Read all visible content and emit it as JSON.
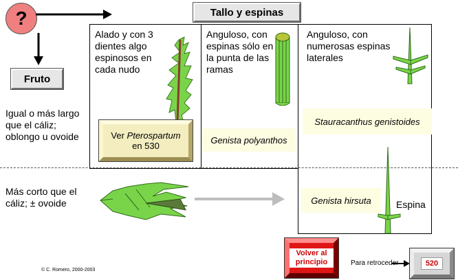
{
  "question": {
    "symbol": "?"
  },
  "headers": {
    "tallo": "Tallo y espinas",
    "fruto": "Fruto"
  },
  "stems": {
    "left": "Alado y con 3 dientes algo espinosos en cada nudo",
    "middle": "Anguloso, con espinas sólo en la punta de las ramas",
    "right": "Anguloso, con numerosas espinas laterales"
  },
  "fruits": {
    "top": "Igual o más largo que el cáliz; oblongo u ovoide",
    "bottom": "Más corto que el cáliz; ± ovoide"
  },
  "ver_button": {
    "prefix": "Ver ",
    "genus": "Pterospartum",
    "suffix": "en 530"
  },
  "species": {
    "genista_polyanthos": "Genista polyanthos",
    "stauracanthus": "Stauracanthus genistoides",
    "genista_hirsuta": "Genista hirsuta"
  },
  "labels": {
    "espina": "Espina"
  },
  "nav": {
    "volver": "Volver al principio",
    "para_retroceder": "Para retroceder",
    "back_page": "520"
  },
  "copyright": "© C. Romero, 2000-2003",
  "colors": {
    "question_circle": "#f08080",
    "plant_green": "#7ad44a",
    "species_bg": "#fdfde2",
    "volver_red": "#e01616",
    "arrow_gray": "#bdbdbd"
  }
}
